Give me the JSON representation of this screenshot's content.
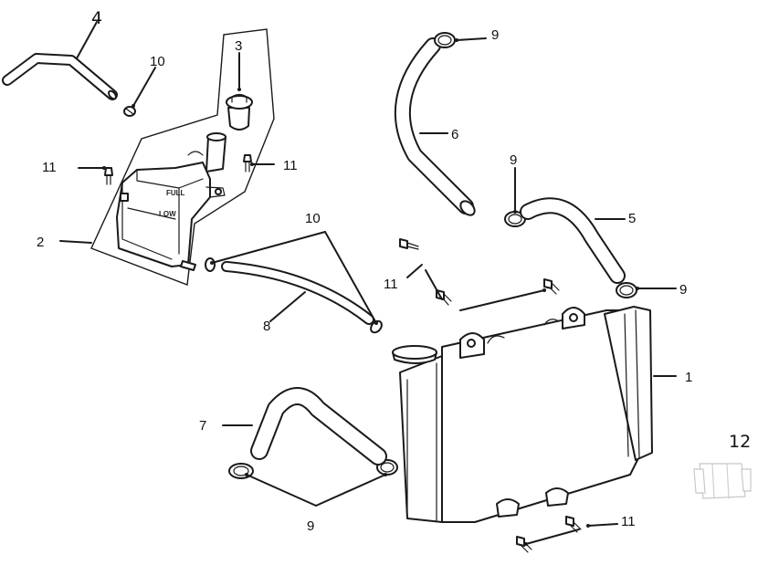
{
  "callouts": {
    "c1": "1",
    "c2": "2",
    "c3": "3",
    "c4": "4",
    "c5": "5",
    "c6": "6",
    "c7": "7",
    "c8": "8",
    "c9_top": "9",
    "c9_mid": "9",
    "c9_right": "9",
    "c9_bottom": "9",
    "c10_top": "10",
    "c10_mid": "10",
    "c11_left": "11",
    "c11_tank": "11",
    "c11_center": "11",
    "c11_bottom": "11",
    "c12": "12"
  },
  "tank_marks": {
    "full": "FULL",
    "low": "LOW"
  }
}
